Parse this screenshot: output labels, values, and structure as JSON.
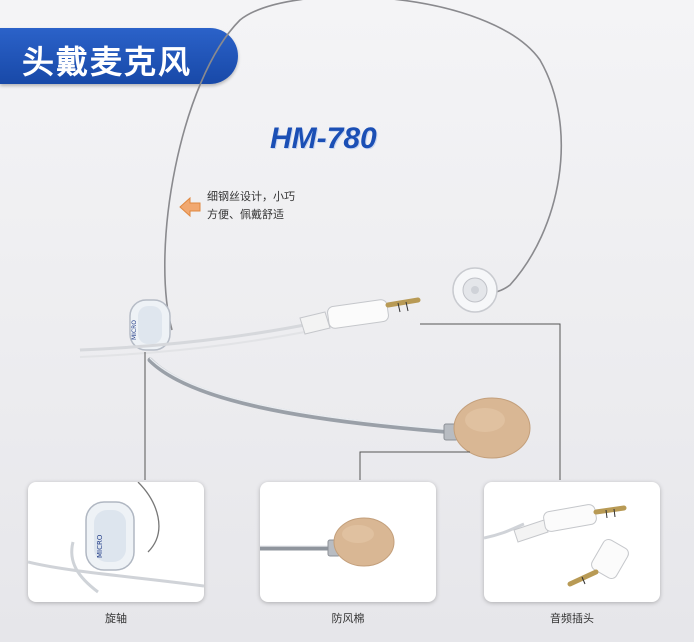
{
  "title": "头戴麦克风",
  "model": "HM-780",
  "note": {
    "line1": "细钢丝设计，小巧",
    "line2": "方便、佩戴舒适"
  },
  "panels": [
    {
      "caption": "旋轴"
    },
    {
      "caption": "防风棉"
    },
    {
      "caption": "音频插头"
    }
  ],
  "icons": {
    "note_arrow": "left-arrow-icon"
  }
}
